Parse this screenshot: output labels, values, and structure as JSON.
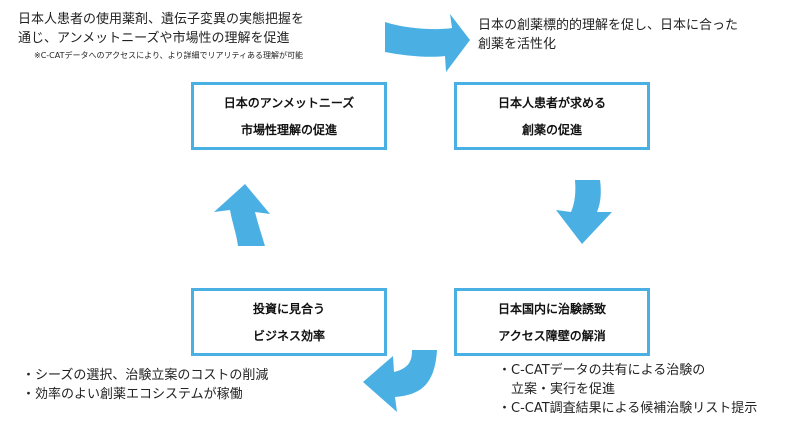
{
  "boxes": {
    "top_left": {
      "line1": "日本のアンメットニーズ",
      "line2": "市場性理解の促進"
    },
    "top_right": {
      "line1": "日本人患者が求める",
      "line2": "創薬の促進"
    },
    "bottom_right": {
      "line1": "日本国内に治験誘致",
      "line2": "アクセス障壁の解消"
    },
    "bottom_left": {
      "line1": "投資に見合う",
      "line2": "ビジネス効率"
    }
  },
  "notes": {
    "top_left": {
      "line1": "日本人患者の使用薬剤、遺伝子変異の実態把握を",
      "line2": "通じ、アンメットニーズや市場性の理解を促進",
      "footnote": "※C-CATデータへのアクセスにより、より詳細でリアリティある理解が可能"
    },
    "top_right": {
      "line1": "日本の創薬標的的理解を促し、日本に合った",
      "line2": "創薬を活性化"
    },
    "bottom_right": {
      "line1": "・C-CATデータの共有による治験の",
      "line2": "　立案・実行を促進",
      "line3": "・C-CAT調査結果による候補治験リスト提示"
    },
    "bottom_left": {
      "line1": "・シーズの選択、治験立案のコストの削減",
      "line2": "・効率のよい創薬エコシステムが稼働"
    }
  },
  "colors": {
    "accent": "#4ab0e3",
    "text": "#222222"
  }
}
